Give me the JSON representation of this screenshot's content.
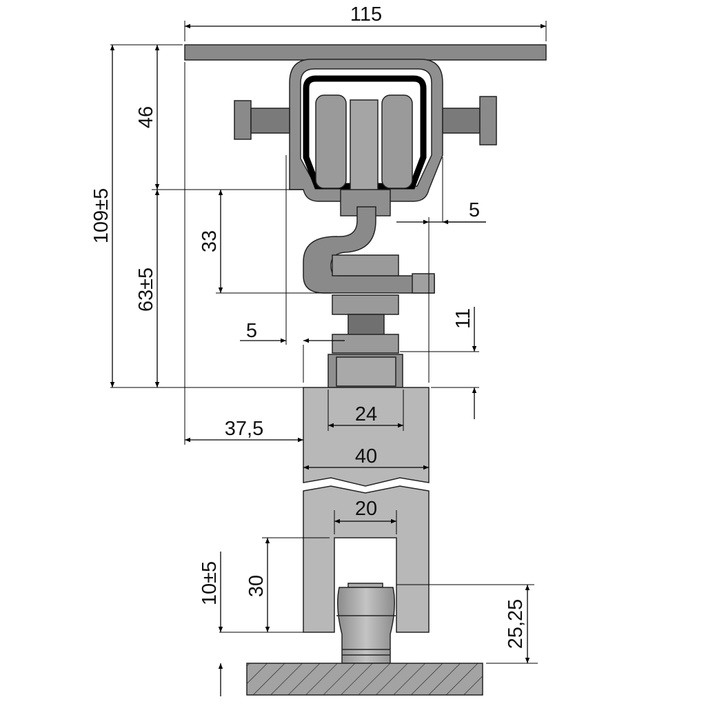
{
  "dimensions": {
    "overall_width": "115",
    "overall_height": "109±5",
    "track_height": "46",
    "hanger_height": "63±5",
    "hook_drop": "33",
    "offset_right": "5",
    "offset_left": "5",
    "nut_clearance": "11",
    "nut_width": "24",
    "side_offset": "37,5",
    "profile_width": "40",
    "slot_width": "20",
    "slot_depth": "30",
    "floor_gap": "10±5",
    "guide_height": "25,25"
  },
  "colors": {
    "metal": "#a9a9a9",
    "dark_metal": "#7a7a7a",
    "profile": "#b8b8b8",
    "line": "#000000"
  }
}
